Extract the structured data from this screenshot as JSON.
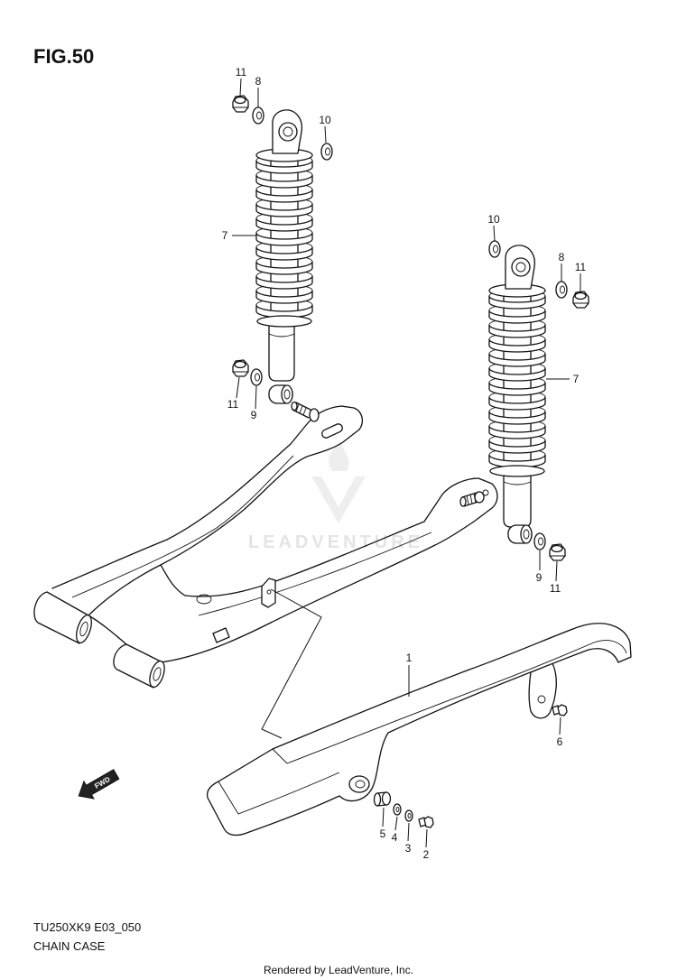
{
  "figure": {
    "title": "FIG.50"
  },
  "callouts": {
    "left_shock": [
      "11",
      "8",
      "10",
      "7",
      "11",
      "9"
    ],
    "right_shock": [
      "10",
      "8",
      "11",
      "7",
      "9",
      "11"
    ],
    "chain_case": [
      "1",
      "6",
      "5",
      "4",
      "3",
      "2"
    ]
  },
  "direction_badge": {
    "label": "FWD"
  },
  "watermark": {
    "text": "LEADVENTURE"
  },
  "footer": {
    "model_code": "TU250XK9 E03_050",
    "caption": "CHAIN CASE",
    "credit": "Rendered by LeadVenture, Inc."
  }
}
